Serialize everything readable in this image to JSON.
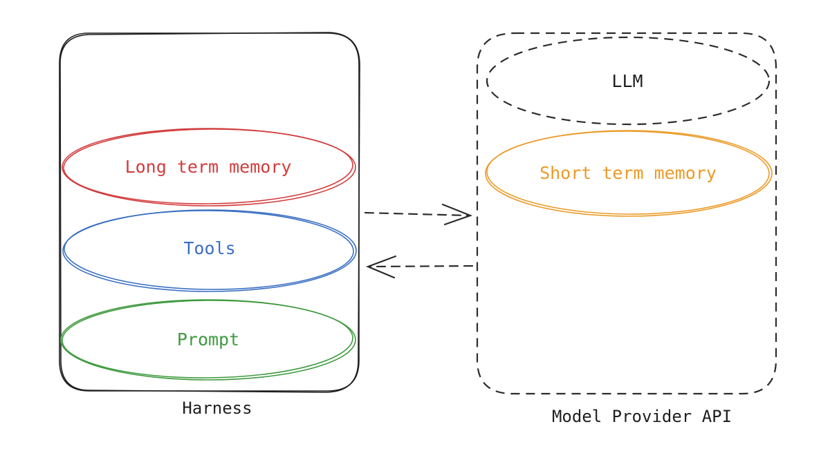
{
  "harness": {
    "caption": "Harness",
    "components": [
      {
        "label": "Long term memory",
        "color": "#d23c3c"
      },
      {
        "label": "Tools",
        "color": "#3a6fc2"
      },
      {
        "label": "Prompt",
        "color": "#3f9a3f"
      }
    ]
  },
  "provider": {
    "caption": "Model Provider API",
    "llm_label": "LLM",
    "memory_label": "Short term memory",
    "memory_color": "#eb9a27"
  },
  "colors": {
    "ink": "#1f1f1f",
    "dash": "#2b2b2b"
  }
}
